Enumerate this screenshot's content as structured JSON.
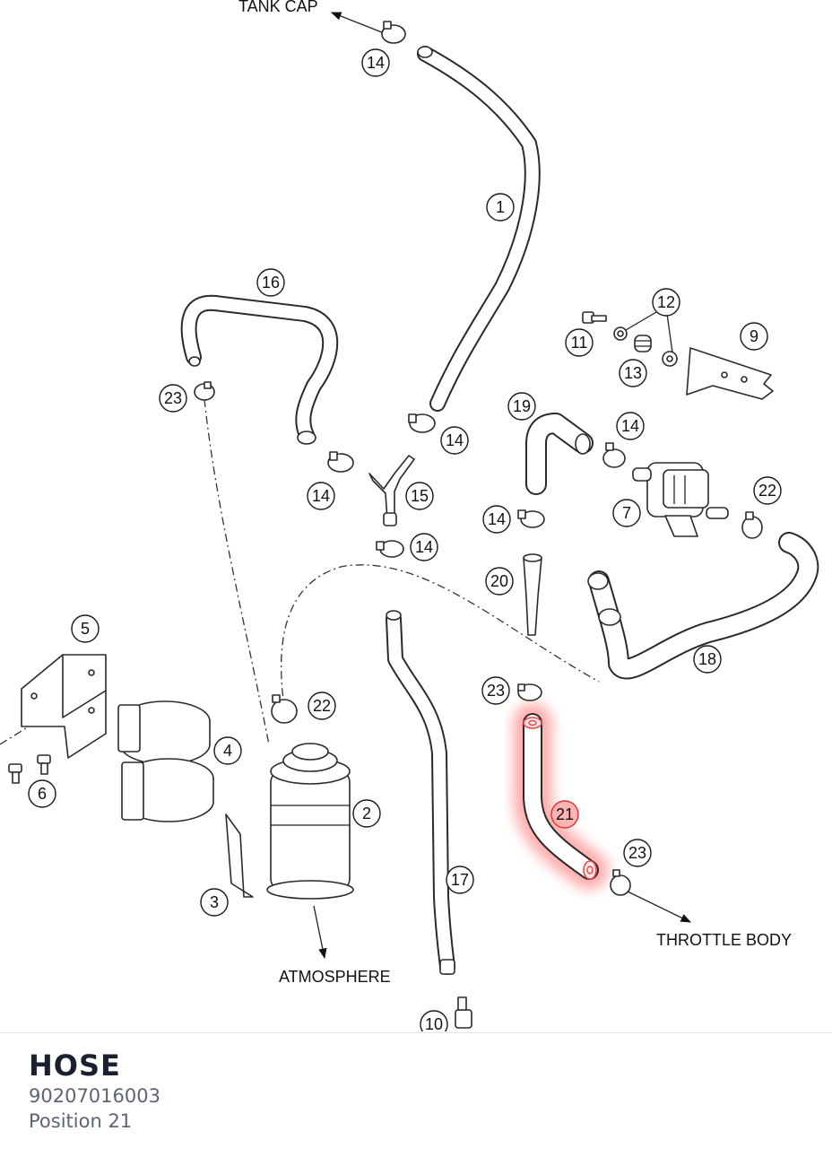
{
  "diagram": {
    "destinations": {
      "tank_cap": "TANK CAP",
      "atmosphere": "ATMOSPHERE",
      "throttle_body": "THROTTLE BODY"
    },
    "callouts": [
      "1",
      "2",
      "3",
      "4",
      "5",
      "6",
      "7",
      "9",
      "10",
      "11",
      "12",
      "13",
      "14",
      "15",
      "16",
      "17",
      "18",
      "19",
      "20",
      "21",
      "22",
      "23"
    ],
    "highlighted_callout": "21",
    "highlight_color": "#ff6b6b"
  },
  "selected_part": {
    "name": "HOSE",
    "part_number": "90207016003",
    "position": "Position 21"
  }
}
